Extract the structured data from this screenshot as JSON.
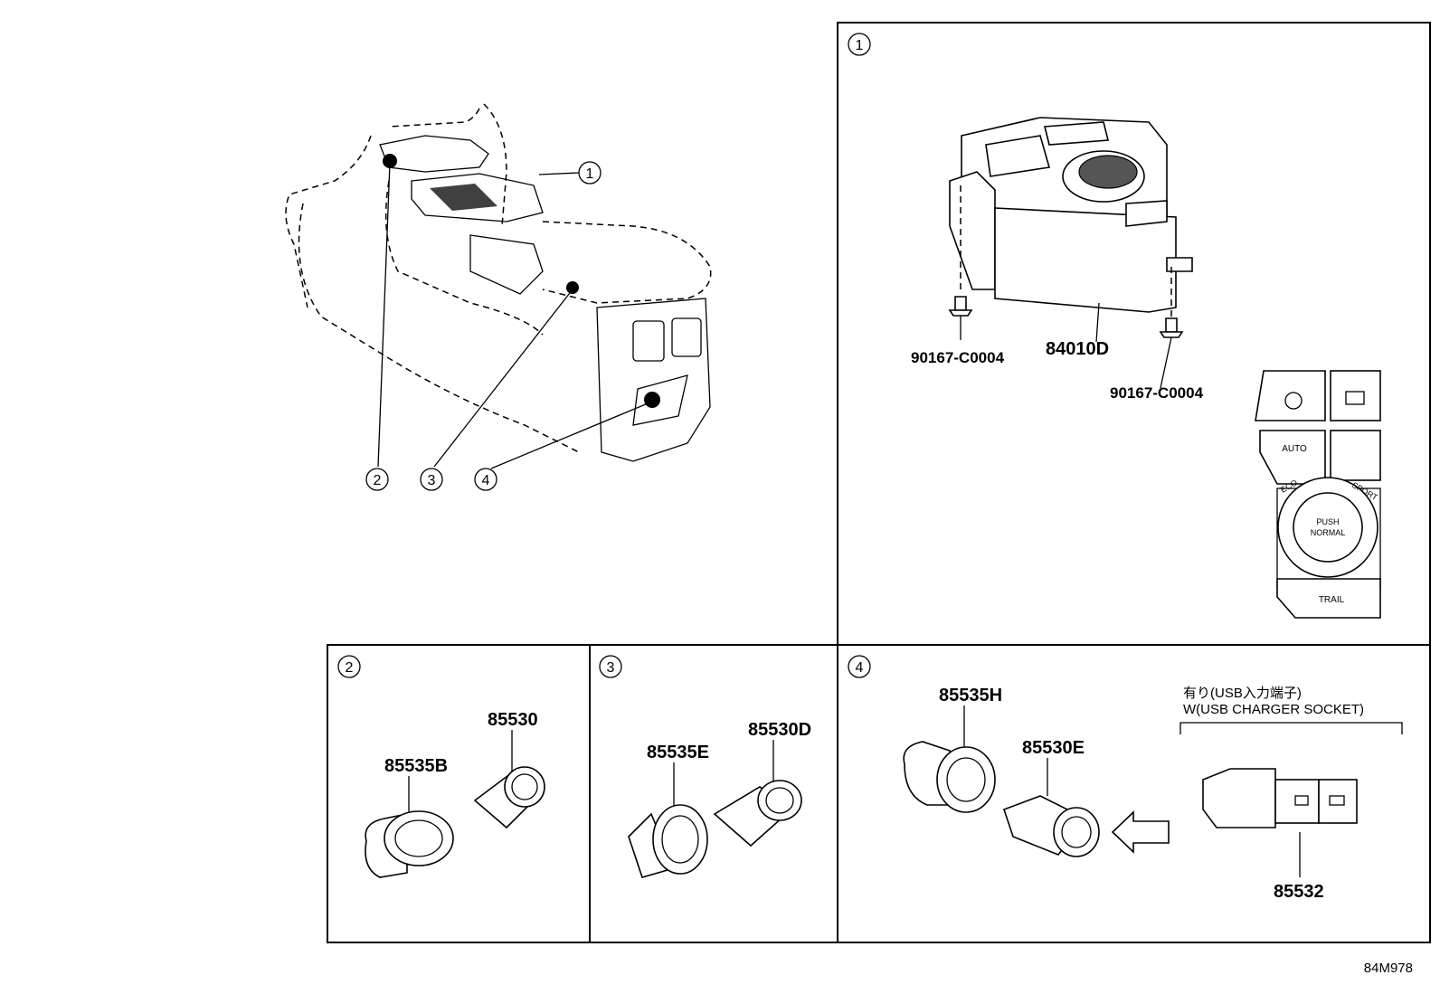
{
  "diagram": {
    "ref_code": "84M978",
    "callouts": [
      "1",
      "2",
      "3",
      "4"
    ],
    "panels": [
      {
        "id": "1",
        "parts": [
          "84010D",
          "90167-C0004",
          "90167-C0004"
        ],
        "switch_labels": [
          "AUTO",
          "PUSH",
          "NORMAL",
          "ECO",
          "SPORT",
          "TRAIL"
        ]
      },
      {
        "id": "2",
        "parts": [
          "85535B",
          "85530"
        ]
      },
      {
        "id": "3",
        "parts": [
          "85535E",
          "85530D"
        ]
      },
      {
        "id": "4",
        "parts": [
          "85535H",
          "85530E",
          "85532"
        ],
        "note_jp": "有り(USB入力端子)",
        "note_en": "W(USB CHARGER SOCKET)"
      }
    ]
  }
}
